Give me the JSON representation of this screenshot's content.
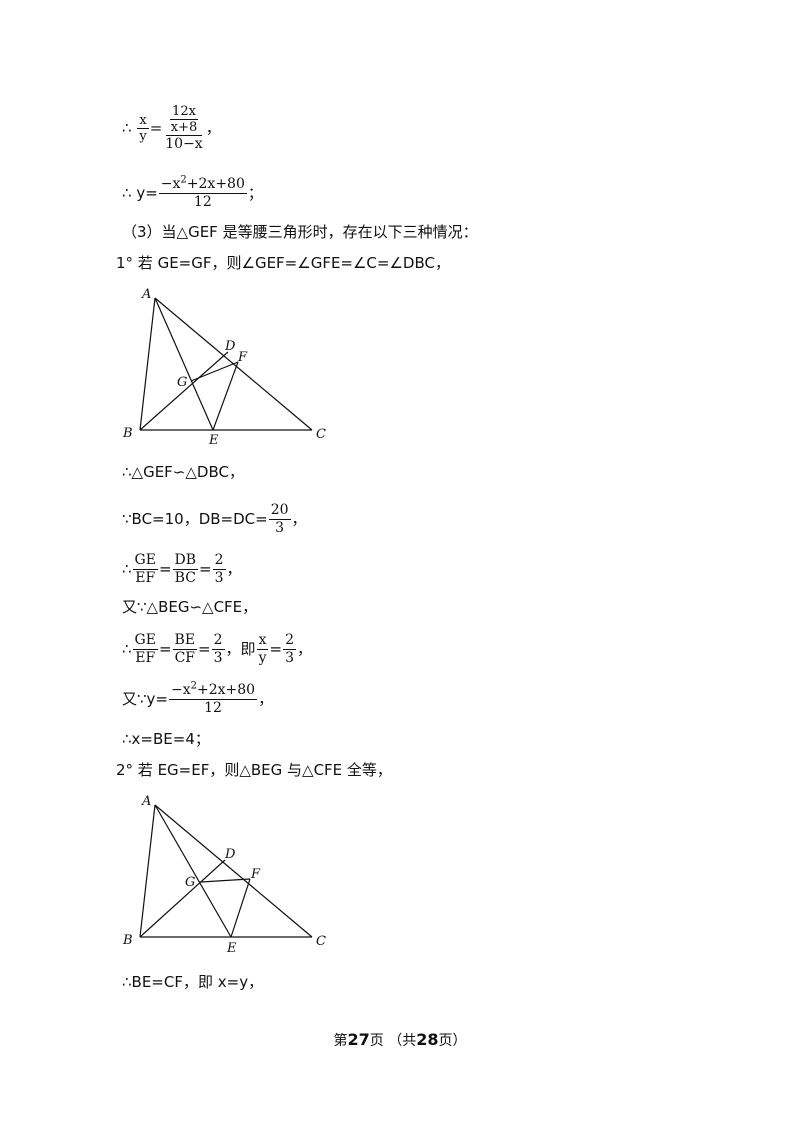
{
  "lines": {
    "l1": {
      "therefore": "∴",
      "lhs_num": "x",
      "lhs_den": "y",
      "eq": "=",
      "big_num_num": "12x",
      "big_num_den": "x+8",
      "big_den": "10−x",
      "tail": "，"
    },
    "l2": {
      "therefore": "∴",
      "lhs": "y=",
      "num_a": "−x",
      "num_sup": "2",
      "num_b": "+2x+80",
      "den": "12",
      "tail": "；"
    },
    "l3": {
      "text": "（3）当△GEF 是等腰三角形时，存在以下三种情况："
    },
    "l4": {
      "text": "1° 若 GE=GF，则∠GEF=∠GFE=∠C=∠DBC，"
    },
    "l5": {
      "text": "∴△GEF∽△DBC，"
    },
    "l6": {
      "because": "∵",
      "text": "BC=10，DB=DC=",
      "num": "20",
      "den": "3",
      "tail": "，"
    },
    "l7": {
      "therefore": "∴",
      "f1n": "GE",
      "f1d": "EF",
      "eq1": "=",
      "f2n": "DB",
      "f2d": "BC",
      "eq2": "=",
      "f3n": "2",
      "f3d": "3",
      "tail": "，"
    },
    "l8": {
      "text": "又∵△BEG∽△CFE，"
    },
    "l9": {
      "therefore": "∴",
      "f1n": "GE",
      "f1d": "EF",
      "eq1": "=",
      "f2n": "BE",
      "f2d": "CF",
      "eq2": "=",
      "f3n": "2",
      "f3d": "3",
      "mid": "，即",
      "f4n": "x",
      "f4d": "y",
      "eq3": "=",
      "f5n": "2",
      "f5d": "3",
      "tail": "，"
    },
    "l10": {
      "prefix": "又∵y=",
      "num_a": "−x",
      "num_sup": "2",
      "num_b": "+2x+80",
      "den": "12",
      "tail": "，"
    },
    "l11": {
      "text": "∴x=BE=4；"
    },
    "l12": {
      "text": "2° 若 EG=EF，则△BEG 与△CFE 全等，"
    },
    "l13": {
      "text": "∴BE=CF，即 x=y，"
    }
  },
  "figures": {
    "fig1": {
      "labels": {
        "A": "A",
        "B": "B",
        "C": "C",
        "D": "D",
        "E": "E",
        "F": "F",
        "G": "G"
      }
    },
    "fig2": {
      "labels": {
        "A": "A",
        "B": "B",
        "C": "C",
        "D": "D",
        "E": "E",
        "F": "F",
        "G": "G"
      }
    }
  },
  "footer": {
    "pre": "第",
    "page": "27",
    "mid": "页 （共",
    "total": "28",
    "post": "页）"
  }
}
